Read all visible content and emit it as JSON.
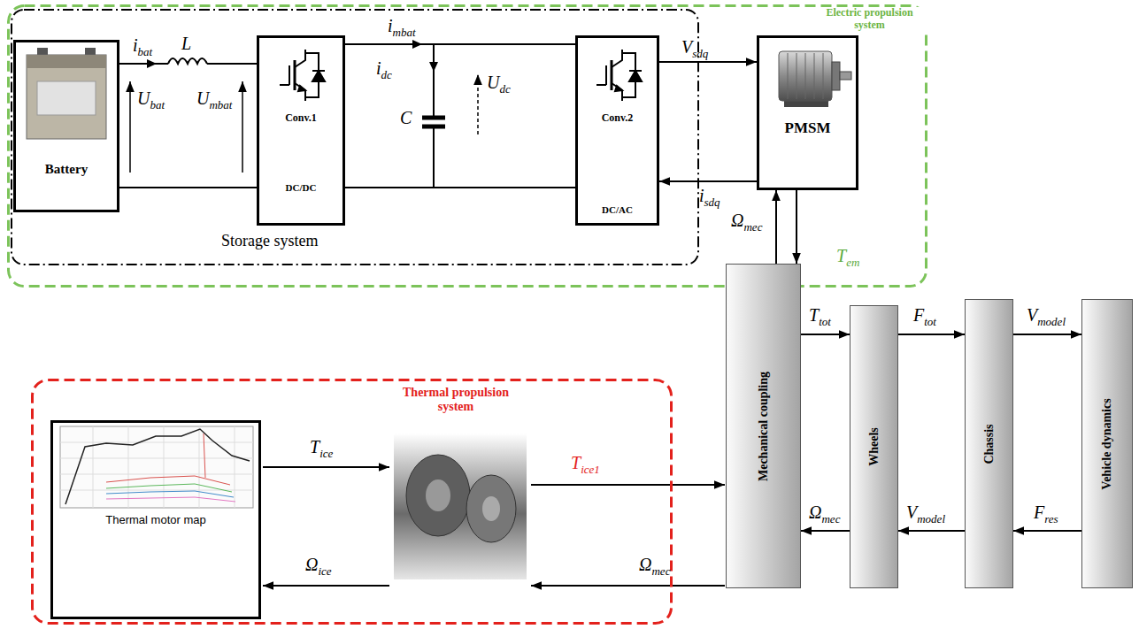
{
  "diagram": {
    "nodes": [
      {
        "text": [
          "Electric propulsion system"
        ]
      },
      {
        "text": [
          "Storage system"
        ],
        "in": 0
      },
      {
        "text": [
          "Battery"
        ],
        "in": 1
      },
      {
        "text": [
          "Conv.1",
          "DC/DC"
        ],
        "in": 1
      },
      {
        "text": [
          "Conv.2",
          "DC/AC"
        ],
        "in": 1
      },
      {
        "text": [
          "PMSM"
        ],
        "in": 0
      },
      {
        "text": [
          "Thermal propulsion system"
        ]
      },
      {
        "text": [
          "Thermal motor map"
        ],
        "in": 6
      },
      {
        "text": [
          "Mechanical coupling"
        ]
      },
      {
        "text": [
          "Wheels"
        ]
      },
      {
        "text": [
          "Chassis"
        ]
      },
      {
        "text": [
          "Vehicle dynamics"
        ]
      }
    ],
    "edges": [
      {
        "from": 2,
        "to": 3,
        "arrow": "none"
      },
      {
        "from": 2,
        "to": 3,
        "arrow": "none"
      },
      {
        "from": 3,
        "to": 4,
        "arrow": "none"
      },
      {
        "from": 3,
        "to": 4,
        "arrow": "none"
      },
      {
        "from": 4,
        "to": 5,
        "arrow": "to",
        "label": "Vsdq"
      },
      {
        "from": 5,
        "to": 4,
        "arrow": "to",
        "label": "isdq"
      },
      {
        "from": 8,
        "to": 5,
        "arrow": "to",
        "label": "Ωmec"
      },
      {
        "from": 5,
        "to": 8,
        "arrow": "to",
        "label": "Tem"
      },
      {
        "from": 8,
        "to": 9,
        "arrow": "to",
        "label": "Ttot"
      },
      {
        "from": 9,
        "to": 8,
        "arrow": "to",
        "label": "Ωmec"
      },
      {
        "from": 9,
        "to": 10,
        "arrow": "to",
        "label": "Ftot"
      },
      {
        "from": 10,
        "to": 9,
        "arrow": "to",
        "label": "Vmodel"
      },
      {
        "from": 10,
        "to": 11,
        "arrow": "to",
        "label": "Vmodel"
      },
      {
        "from": 11,
        "to": 10,
        "arrow": "to",
        "label": "Fres"
      }
    ],
    "labels": [
      "ibat",
      "L",
      "Ubat",
      "Umbat",
      "imbat",
      "idc",
      "C",
      "Udc",
      "Tice",
      "Ωice",
      "Tice1",
      "Ωmec"
    ]
  }
}
